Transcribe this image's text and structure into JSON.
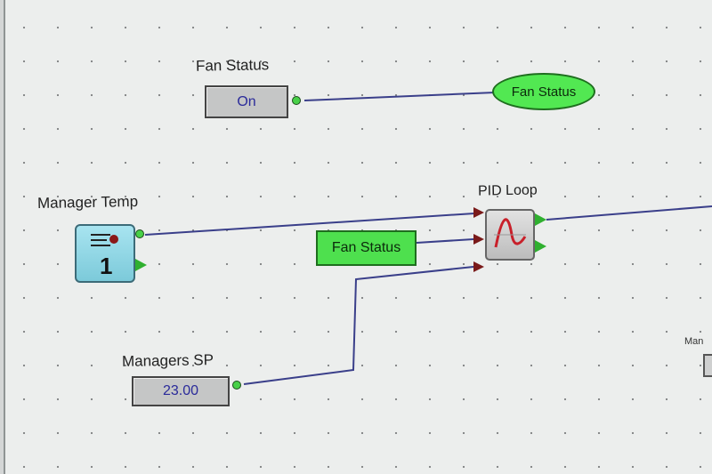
{
  "fan_status": {
    "label": "Fan Status",
    "value": "On",
    "output_tag": "Fan Status"
  },
  "manager_temp": {
    "label": "Manager Temp",
    "value": "1"
  },
  "pid_loop": {
    "label": "PID Loop",
    "input_tag": "Fan Status"
  },
  "managers_sp": {
    "label": "Managers SP",
    "value": "23.00"
  },
  "right_partial": {
    "label": "Man"
  },
  "colors": {
    "wire": "#3a3f8a",
    "tag_green": "#4ee04e",
    "field_gray": "#c5c6c6",
    "canvas": "#eceeed"
  }
}
